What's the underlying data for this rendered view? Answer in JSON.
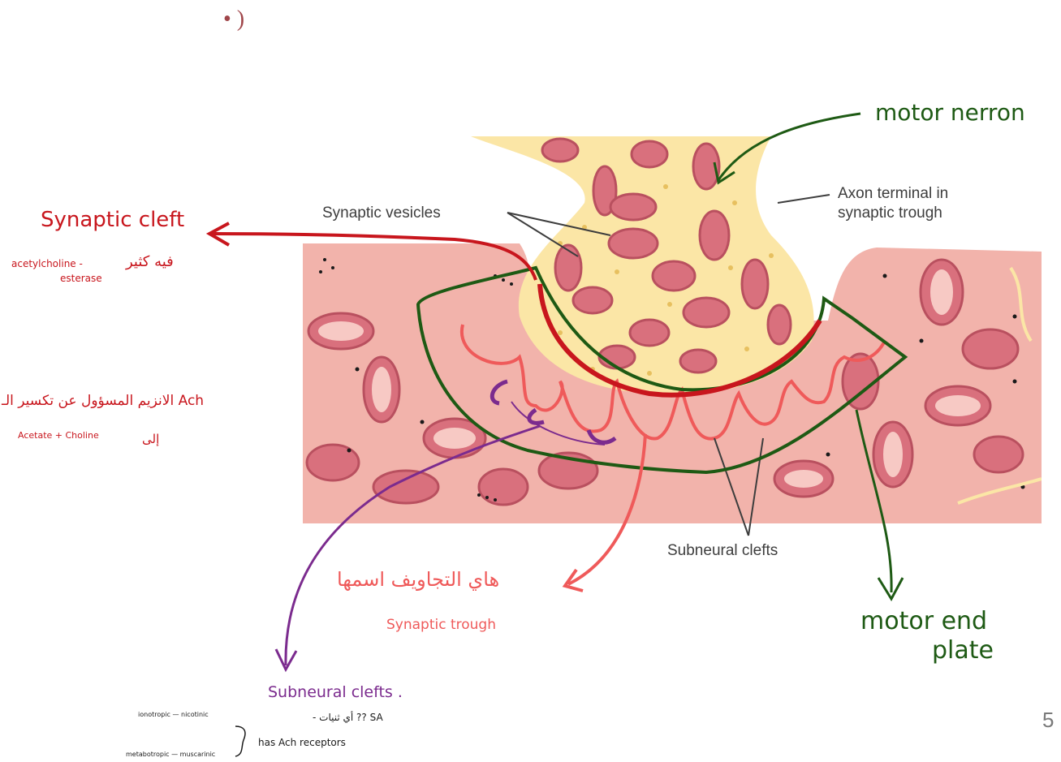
{
  "slide": {
    "bullet": "• )",
    "number": "5"
  },
  "figure": {
    "labels": {
      "synaptic_vesicles": "Synaptic vesicles",
      "axon_terminal_1": "Axon terminal in",
      "axon_terminal_2": "synaptic trough",
      "subneural_clefts": "Subneural clefts"
    }
  },
  "annotations": {
    "motor_neuron": "motor nerron",
    "synaptic_cleft": "Synaptic cleft",
    "cleft_note_en_1": "acetylcholine -",
    "cleft_note_en_2": "esterase",
    "cleft_note_ar": "فيه كثير",
    "enzyme_note_ar": "الانزيم المسؤول عن تكسير الـ Ach",
    "enzyme_note_products": "Acetate + Choline",
    "enzyme_note_ar_to": "إلى",
    "trough_note_ar": "هاي التجاويف اسمها",
    "synaptic_trough": "Synaptic trough",
    "motor_end_plate_1": "motor end",
    "motor_end_plate_2": "plate",
    "subneural_clefts": "Subneural clefts .",
    "sn_note_ar": "- أي ثنيات ?? SA",
    "ionotropic": "ionotropic — nicotinic",
    "metabotropic": "metabotropic — muscarinic",
    "has_receptors": "has Ach receptors"
  },
  "colors": {
    "muscle": "#f2b3ab",
    "terminal": "#fbe6a6",
    "mitochondria": "#d9707d",
    "red_annotation": "#c8161d",
    "green_annotation": "#1e5a14",
    "purple_annotation": "#7b2b8e",
    "salmon_annotation": "#ef5a5a"
  }
}
